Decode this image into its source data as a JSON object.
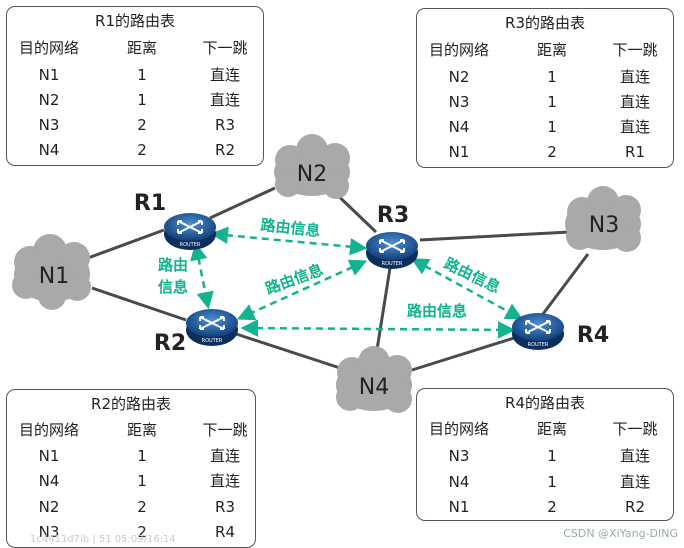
{
  "tables": [
    {
      "id": "r1",
      "title": "R1的路由表",
      "headers": [
        "目的网络",
        "距离",
        "下一跳"
      ],
      "rows": [
        [
          "N1",
          "1",
          "直连"
        ],
        [
          "N2",
          "1",
          "直连"
        ],
        [
          "N3",
          "2",
          "R3"
        ],
        [
          "N4",
          "2",
          "R2"
        ]
      ]
    },
    {
      "id": "r3",
      "title": "R3的路由表",
      "headers": [
        "目的网络",
        "距离",
        "下一跳"
      ],
      "rows": [
        [
          "N2",
          "1",
          "直连"
        ],
        [
          "N3",
          "1",
          "直连"
        ],
        [
          "N4",
          "1",
          "直连"
        ],
        [
          "N1",
          "2",
          "R1"
        ]
      ]
    },
    {
      "id": "r2",
      "title": "R2的路由表",
      "headers": [
        "目的网络",
        "距离",
        "下一跳"
      ],
      "rows": [
        [
          "N1",
          "1",
          "直连"
        ],
        [
          "N4",
          "1",
          "直连"
        ],
        [
          "N2",
          "2",
          "R3"
        ],
        [
          "N3",
          "2",
          "R4"
        ]
      ]
    },
    {
      "id": "r4",
      "title": "R4的路由表",
      "headers": [
        "目的网络",
        "距离",
        "下一跳"
      ],
      "rows": [
        [
          "N3",
          "1",
          "直连"
        ],
        [
          "N4",
          "1",
          "直连"
        ],
        [
          "N1",
          "2",
          "R2"
        ]
      ]
    }
  ],
  "networks": {
    "n1": "N1",
    "n2": "N2",
    "n3": "N3",
    "n4": "N4"
  },
  "routers": {
    "r1": "R1",
    "r2": "R2",
    "r3": "R3",
    "r4": "R4"
  },
  "router_icon_text": "ROUTER",
  "route_info_label": "路由信息",
  "route_info_vertical": [
    "路由",
    "信息"
  ],
  "watermark": "CSDN @XiYang-DING",
  "overlay_text": "1c4411d7ib | 51 05:09/16:14",
  "colors": {
    "cloud": "#a9a9a9",
    "router": "#1e5aa8",
    "link": "#4a4a4a",
    "arrow": "#13b38f",
    "label_text": "#13b38f"
  }
}
